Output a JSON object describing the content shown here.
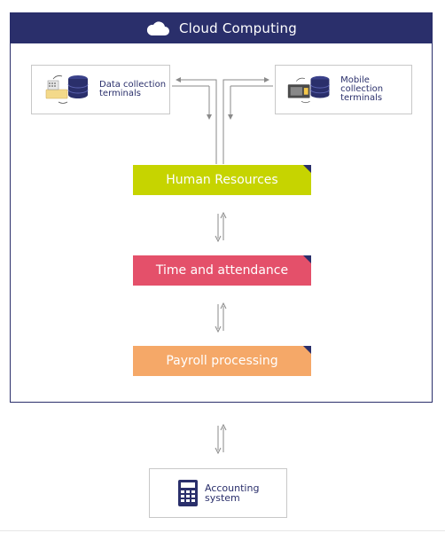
{
  "header": {
    "title": "Cloud Computing",
    "icon": "cloud-icon"
  },
  "terminals": {
    "left": {
      "line1": "Data collection",
      "line2": "terminals",
      "icon": "terminal-database-icon"
    },
    "right": {
      "line1": "Mobile collection",
      "line2": "terminals",
      "icon": "mobile-terminal-database-icon"
    }
  },
  "blocks": {
    "hr": {
      "label": "Human Resources",
      "color": "#c6d400"
    },
    "ta": {
      "label": "Time and attendance",
      "color": "#e4506a"
    },
    "pp": {
      "label": "Payroll processing",
      "color": "#f5a868"
    }
  },
  "accounting": {
    "line1": "Accounting",
    "line2": "system",
    "icon": "calculator-icon"
  },
  "colors": {
    "navy": "#2a2f6b",
    "line": "#8a8a8a",
    "border": "#c8c8c8"
  }
}
